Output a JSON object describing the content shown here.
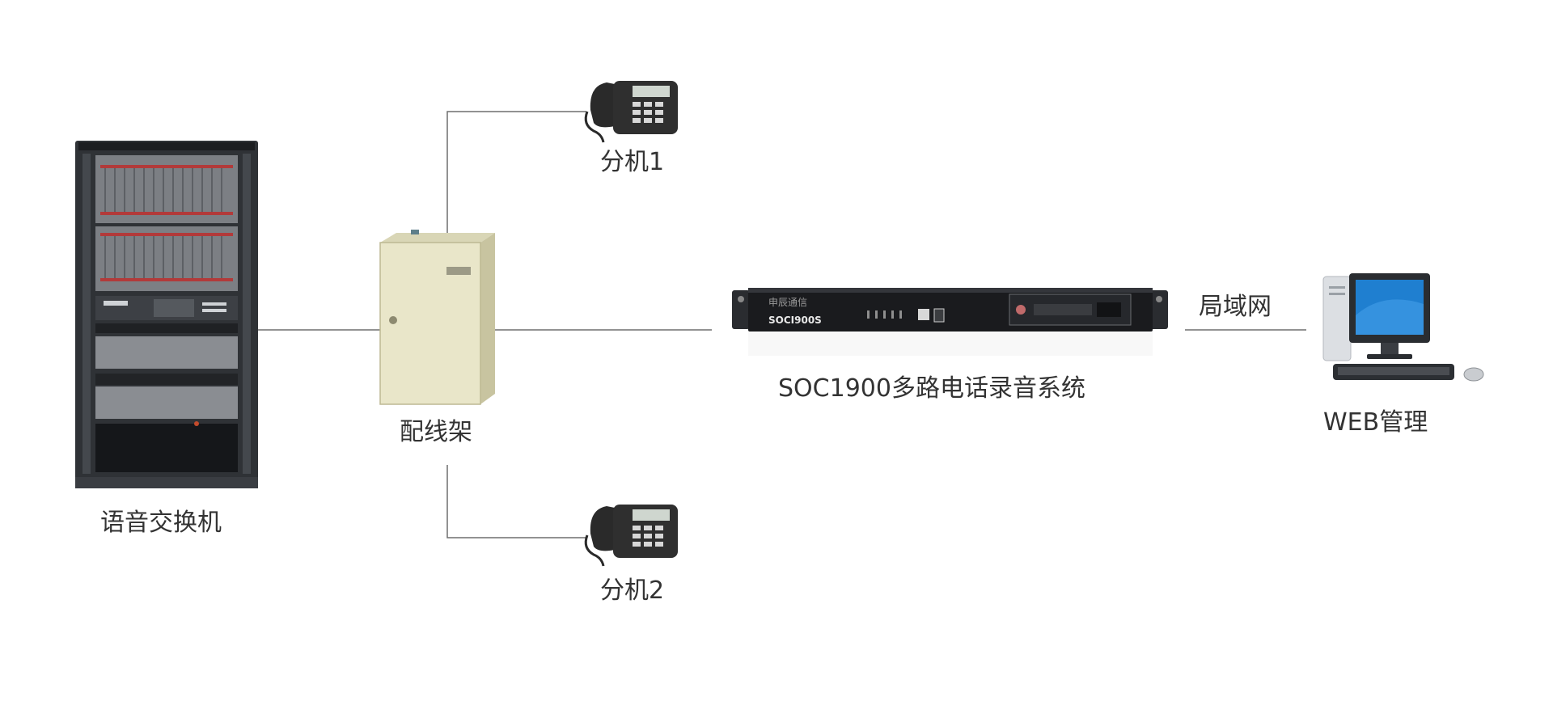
{
  "diagram": {
    "nodes": {
      "switch": {
        "label": "语音交换机",
        "icon": "server-rack-icon"
      },
      "distribution_frame": {
        "label": "配线架",
        "icon": "distribution-cabinet-icon"
      },
      "extension_1": {
        "label": "分机1",
        "icon": "desk-phone-icon"
      },
      "extension_2": {
        "label": "分机2",
        "icon": "desk-phone-icon"
      },
      "recorder": {
        "label": "SOC1900多路电话录音系统",
        "icon": "rack-recorder-icon",
        "front_model": "SOCI900S"
      },
      "pc": {
        "label": "WEB管理",
        "icon": "desktop-computer-icon"
      }
    },
    "links": {
      "lan": {
        "label": "局域网"
      }
    }
  },
  "colors": {
    "line": "#6e6e6e",
    "text": "#333333",
    "rack": "#2f3236",
    "cabinet": "#e9e6c9",
    "phone": "#2a2a2a",
    "monitor_screen": "#1f7fd0"
  }
}
